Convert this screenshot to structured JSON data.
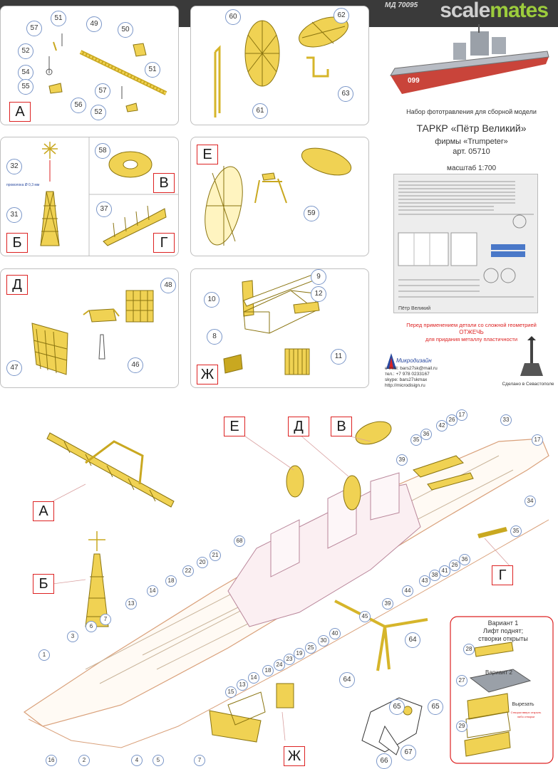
{
  "topbar": {
    "code": "МД 70095",
    "brand_a": "scale",
    "brand_b": "mates"
  },
  "info": {
    "heading": "Набор фототравления для сборной модели",
    "title": "ТАРКР «Пётр Великий»",
    "maker": "фирмы «Trumpeter»",
    "article": "арт. 05710",
    "scale": "масштаб 1:700",
    "warning_1": "Перед применением детали со сложной геометрией",
    "warning_2": "ОТЖЕЧЬ",
    "warning_3": "для придания металлу пластичности",
    "company": "Микродизайн",
    "email": "e-mail: bars27sk@mail.ru",
    "phone": "тел.: +7 978 0233167",
    "skype": "skype: bars27skmax",
    "web": "http://microdisign.ru",
    "made_in": "Сделано в Севастополе",
    "ship_number": "099",
    "sheet_label": "Пётр Великий"
  },
  "panels": {
    "a": "А",
    "b": "Б",
    "v": "В",
    "g": "Г",
    "d": "Д",
    "e": "Е",
    "zh": "Ж",
    "wire_note": "проволока Ø 0,3 мм"
  },
  "variants": {
    "v1_line1": "Вариант 1",
    "v1_line2": "Лифт поднят;",
    "v1_line3": "створки открыты",
    "v2": "Вариант 2",
    "cut": "Вырезать",
    "note_1": "Створки вверх открыть",
    "note_2": "либо створки"
  },
  "colors": {
    "accent": "#d22222",
    "brass": "#f0d253",
    "circle": "#7a96c8",
    "brand_green": "#9ccc3c"
  }
}
